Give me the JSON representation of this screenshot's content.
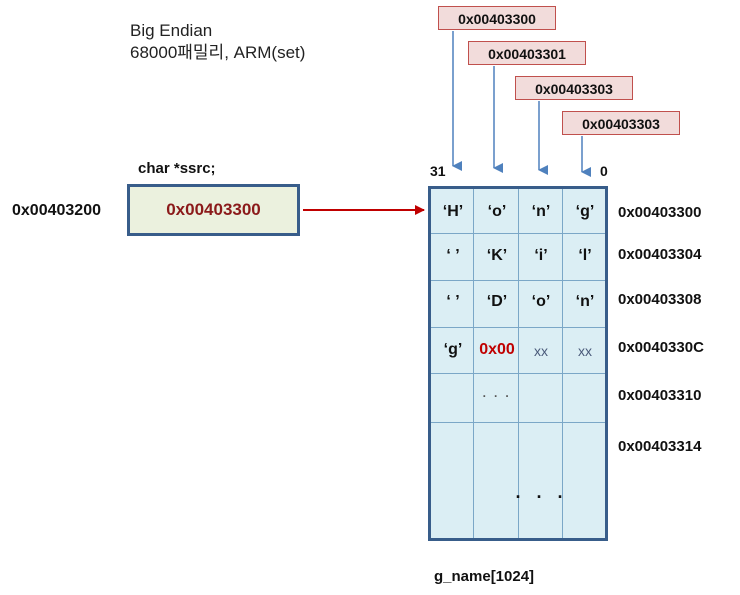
{
  "title": {
    "line1": "Big Endian",
    "line2": "68000패밀리, ARM(set)"
  },
  "top_addresses": [
    "0x00403300",
    "0x00403301",
    "0x00403303",
    "0x00403303"
  ],
  "pointer": {
    "label": "char *ssrc;",
    "address": "0x00403200",
    "value": "0x00403300"
  },
  "bits": {
    "high": "31",
    "low": "0"
  },
  "memory": {
    "rows": [
      {
        "address": "0x00403300",
        "cells": [
          "‘H’",
          "‘o’",
          "‘n’",
          "‘g’"
        ]
      },
      {
        "address": "0x00403304",
        "cells": [
          "‘ ’",
          "‘K’",
          "‘i’",
          "‘l’"
        ]
      },
      {
        "address": "0x00403308",
        "cells": [
          "‘ ’",
          "‘D’",
          "‘o’",
          "‘n’"
        ]
      },
      {
        "address": "0x0040330C",
        "cells": [
          "‘g’",
          "0x00",
          "xx",
          "xx"
        ]
      },
      {
        "address": "0x00403310",
        "cells": [
          "",
          "· · ·",
          "",
          ""
        ]
      },
      {
        "address": "0x00403314",
        "cells": [
          "",
          "",
          "",
          ""
        ]
      }
    ],
    "ellipsis": "· · ·",
    "caption": "g_name[1024]"
  },
  "colors": {
    "pointer_fill": "#ebf1de",
    "grid_fill": "#dbeef4",
    "border": "#385d8a",
    "addr_box_fill": "#f2dcdb",
    "addr_box_border": "#c0504d",
    "arrow_red": "#c00000",
    "arrow_blue": "#4f81bd"
  }
}
